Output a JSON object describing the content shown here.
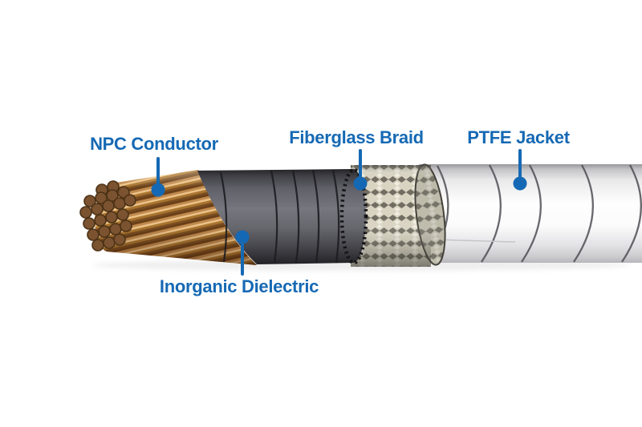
{
  "diagram": {
    "labels": [
      {
        "id": "conductor",
        "text": "NPC Conductor"
      },
      {
        "id": "braid",
        "text": "Fiberglass Braid"
      },
      {
        "id": "jacket",
        "text": "PTFE Jacket"
      },
      {
        "id": "dielectric",
        "text": "Inorganic Dielectric"
      }
    ]
  },
  "colors": {
    "accent_blue": "#1569b4",
    "background": "#ffffff",
    "copper_light": "#ecc288",
    "copper_mid": "#a9752f",
    "copper_dark": "#6b4018",
    "conductor_face_brown": "#7b5330",
    "dielectric_gray": "#76767e",
    "dielectric_dark": "#232327",
    "braid_cream": "#e9e5d6",
    "braid_shadow": "#716d62",
    "jacket_white": "#fefefe",
    "jacket_shadow_gray": "#b7b7bb",
    "seam_gray": "#4e4e54"
  }
}
